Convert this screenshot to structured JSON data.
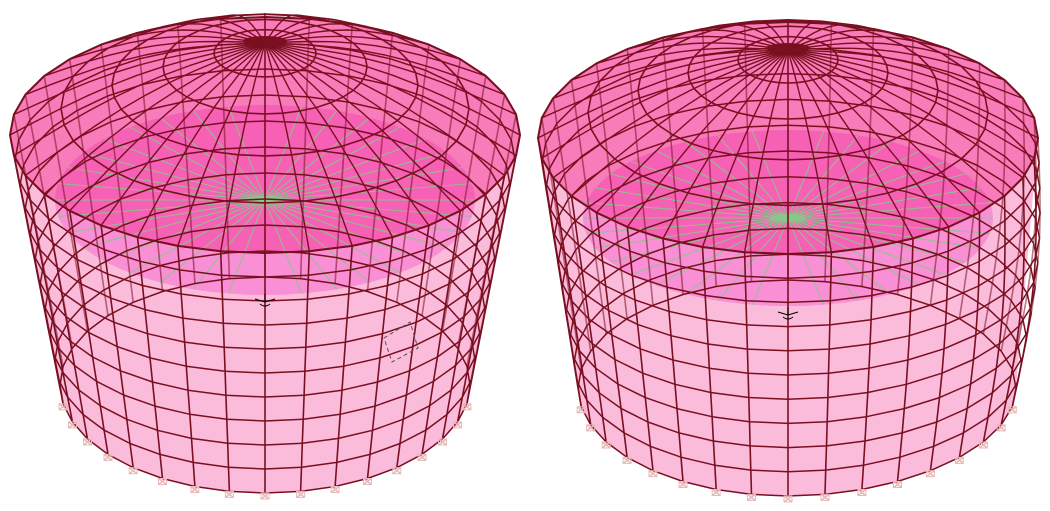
{
  "colors": {
    "background": "#ffffff",
    "shell_fill": "#f20a7c",
    "floor_fill": "#fcc3f6",
    "mesh_line": "#7a0f20",
    "floor_radial_line": "#86c98a",
    "support_marker": "#e8b8b8",
    "axes_marker": "#000000"
  },
  "icons": {
    "support": "pin-support-icon",
    "axes": "local-axes-icon",
    "selection": "dashed-selection-box"
  },
  "views": [
    {
      "id": "left",
      "model": "cylindrical-tank-with-dome-roof",
      "state": "undeformed"
    },
    {
      "id": "right",
      "model": "cylindrical-tank-with-dome-roof",
      "state": "deformed"
    }
  ]
}
